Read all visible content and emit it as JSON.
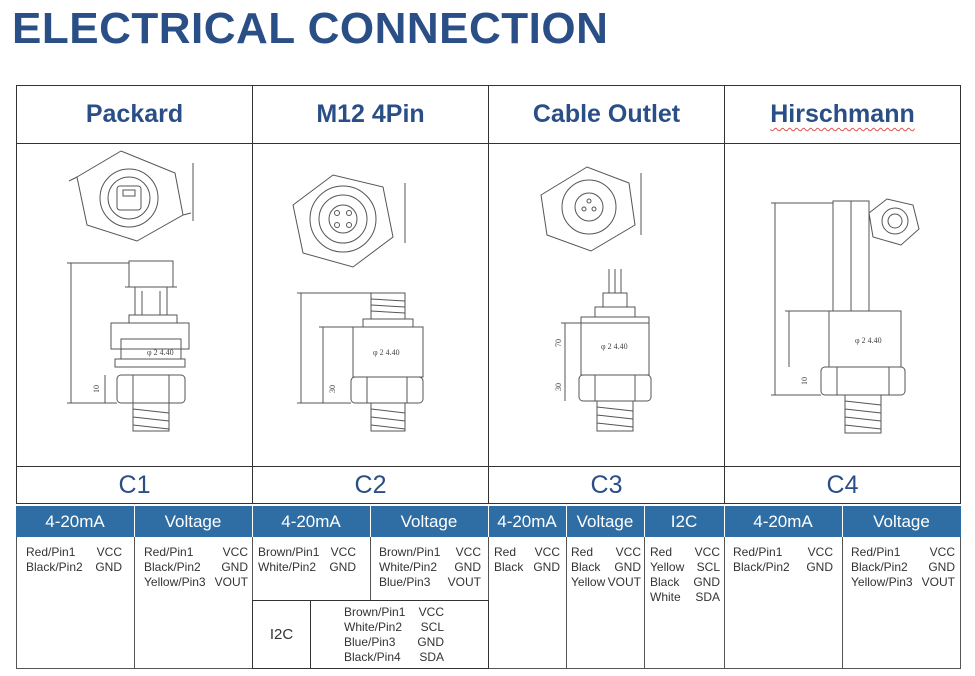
{
  "title": "ELECTRICAL CONNECTION",
  "columns": [
    {
      "name": "Packard",
      "code": "C1",
      "dimension": "φ 2 4.40",
      "dim_small": "10"
    },
    {
      "name": "M12 4Pin",
      "code": "C2",
      "dimension": "φ 2 4.40",
      "dim_small": "30"
    },
    {
      "name": "Cable Outlet",
      "code": "C3",
      "dimension": "φ 2 4.40",
      "dim_small": "30",
      "dim_small2": "70"
    },
    {
      "name": "Hirschmann",
      "code": "C4",
      "dimension": "φ 2 4.40",
      "dim_small": "10"
    }
  ],
  "signal_headers": [
    "4-20mA",
    "Voltage",
    "4-20mA",
    "Voltage",
    "4-20mA",
    "Voltage",
    "I2C",
    "4-20mA",
    "Voltage"
  ],
  "wiring": [
    {
      "rows": [
        [
          "Red/Pin1",
          "VCC"
        ],
        [
          "Black/Pin2",
          "GND"
        ]
      ]
    },
    {
      "rows": [
        [
          "Red/Pin1",
          "VCC"
        ],
        [
          "Black/Pin2",
          "GND"
        ],
        [
          "Yellow/Pin3",
          "VOUT"
        ]
      ]
    },
    {
      "rows": [
        [
          "Brown/Pin1",
          "VCC"
        ],
        [
          "White/Pin2",
          "GND"
        ]
      ]
    },
    {
      "rows": [
        [
          "Brown/Pin1",
          "VCC"
        ],
        [
          "White/Pin2",
          "GND"
        ],
        [
          "Blue/Pin3",
          "VOUT"
        ]
      ]
    },
    {
      "rows": [
        [
          "Red",
          "VCC"
        ],
        [
          "Black",
          "GND"
        ]
      ]
    },
    {
      "rows": [
        [
          "Red",
          "VCC"
        ],
        [
          "Black",
          "GND"
        ],
        [
          "Yellow",
          "VOUT"
        ]
      ]
    },
    {
      "rows": [
        [
          "Red",
          "VCC"
        ],
        [
          "Yellow",
          "SCL"
        ],
        [
          "Black",
          "GND"
        ],
        [
          "White",
          "SDA"
        ]
      ]
    },
    {
      "rows": [
        [
          "Red/Pin1",
          "VCC"
        ],
        [
          "Black/Pin2",
          "GND"
        ]
      ]
    },
    {
      "rows": [
        [
          "Red/Pin1",
          "VCC"
        ],
        [
          "Black/Pin2",
          "GND"
        ],
        [
          "Yellow/Pin3",
          "VOUT"
        ]
      ]
    }
  ],
  "i2c_box": {
    "label": "I2C",
    "rows": [
      [
        "Brown/Pin1",
        "VCC"
      ],
      [
        "White/Pin2",
        "SCL"
      ],
      [
        "Blue/Pin3",
        "GND"
      ],
      [
        "Black/Pin4",
        "SDA"
      ]
    ]
  },
  "colors": {
    "title": "#2a4e86",
    "band": "#2f6ea5",
    "border": "#333333"
  }
}
